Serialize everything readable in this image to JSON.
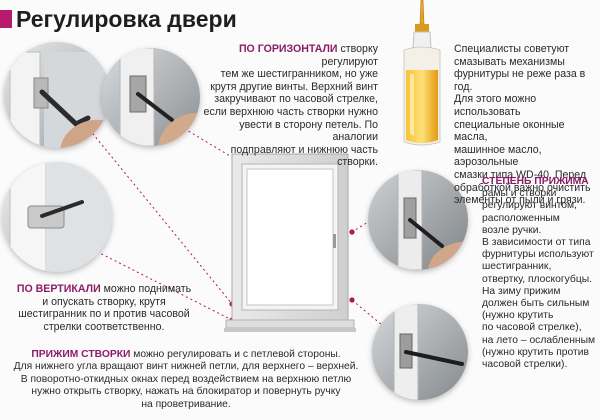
{
  "title": "Регулировка двери",
  "horizontal": {
    "heading": "ПО ГОРИЗОНТАЛИ",
    "lines": [
      "створку регулируют",
      "тем же шестигранником, но уже",
      "крутя другие винты. Верхний винт",
      "закручивают по часовой стрелке,",
      "если верхнюю часть створки нужно",
      "увести в сторону петель. По аналогии",
      "подправляют и нижнюю часть",
      "створки."
    ]
  },
  "lubrication": {
    "lines": [
      "Специалисты советуют",
      "смазывать механизмы",
      "фурнитуры не реже раза в год.",
      "Для этого можно использовать",
      "специальные оконные масла,",
      "машинное масло, аэрозольные",
      "смазки типа WD-40. Перед",
      "обработкой важно очистить",
      "элементы от пыли и грязи."
    ]
  },
  "clamp_degree": {
    "heading": "СТЕПЕНЬ ПРИЖИМА",
    "lines": [
      "рамы и створки",
      "регулируют винтом,",
      "расположенным",
      "возле ручки.",
      "В зависимости от типа",
      "фурнитуры используют",
      "шестигранник,",
      "отвертку, плоскогубцы.",
      "На зиму прижим",
      "должен быть сильным",
      "(нужно крутить",
      "по часовой стрелке),",
      "на лето – ослабленным",
      "(нужно крутить против",
      "часовой стрелки)."
    ]
  },
  "vertical": {
    "heading": "ПО ВЕРТИКАЛИ",
    "lines": [
      "можно поднимать",
      "и опускать створку, крутя",
      "шестигранник по и против часовой",
      "стрелки соответственно."
    ]
  },
  "sash_clamp": {
    "heading": "ПРИЖИМ СТВОРКИ",
    "lines": [
      "можно регулировать и с петлевой стороны.",
      "Для нижнего угла вращают винт нижней петли, для верхнего – верхней.",
      "В поворотно-откидных окнах перед воздействием на верхнюю петлю",
      "нужно открыть створку, нажать на блокиратор и повернуть ручку",
      "на проветривание."
    ]
  },
  "colors": {
    "accent": "#b71c6c",
    "heading": "#8c1c68",
    "leader_line": "#b0185a",
    "oil": "#f2b21a"
  },
  "icons": {
    "bottle": "oil-bottle-icon",
    "window": "window-diagram"
  }
}
